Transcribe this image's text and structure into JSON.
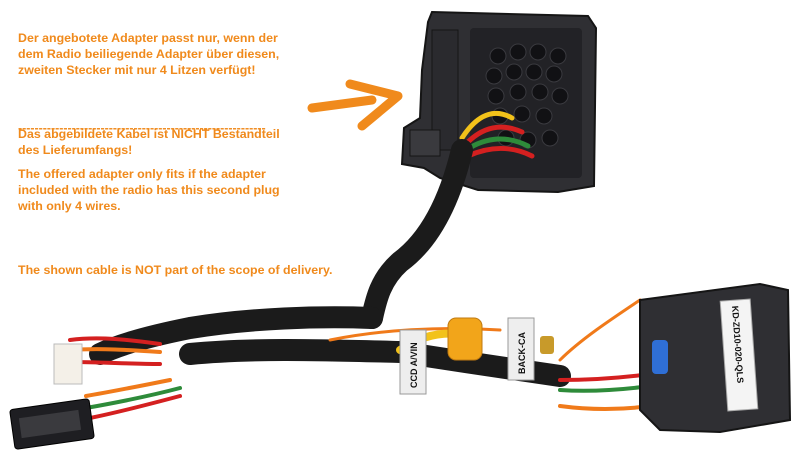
{
  "notice_de": {
    "paragraph_1": "Der angebotete Adapter passt nur, wenn der\ndem Radio beiliegende Adapter über diesen,\nzweiten Stecker mit nur 4 Litzen verfügt!",
    "paragraph_2": "Das abgebildete Kabel ist NICHT Bestandteil\ndes Lieferumfangs!"
  },
  "separator": "------------------------------------------------------------",
  "notice_en": {
    "paragraph_1": "The offered adapter only fits if the adapter\nincluded with the radio has this second plug\nwith only 4 wires.",
    "paragraph_2": "The shown cable is NOT part of the scope of delivery."
  },
  "cable_labels": {
    "ccd": "CCD A/VIN",
    "back_cam": "BACK-CA",
    "part_number": "KD-ZD10-020-QLS"
  },
  "colors": {
    "text_accent": "#f08a1c",
    "arrow": "#f08a1c",
    "connector_body": "#2f2f33",
    "sleeve": "#1b1b1b",
    "wire_red": "#d42020",
    "wire_yellow": "#f2c21a",
    "wire_green": "#2e8b3a",
    "wire_orange": "#f07a1a"
  },
  "icons": {
    "pointer": "arrow-right-icon"
  }
}
